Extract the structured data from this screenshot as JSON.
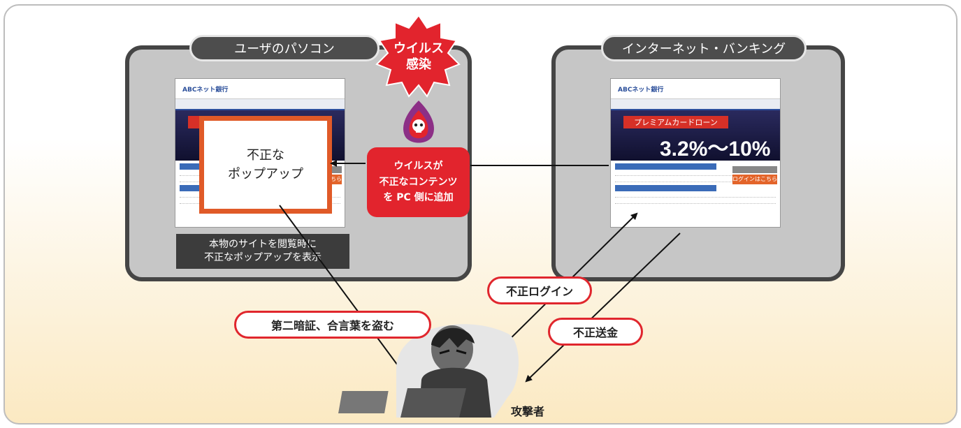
{
  "user_pc": {
    "title": "ユーザのパソコン"
  },
  "bank": {
    "title": "インターネット・バンキング"
  },
  "virus_badge": {
    "line1": "ウイルス",
    "line2": "感染"
  },
  "virus_box": {
    "line1": "ウイルスが",
    "line2": "不正なコンテンツ",
    "line3": "を PC 側に追加"
  },
  "popup": {
    "line1": "不正な",
    "line2": "ポップアップ"
  },
  "caption": {
    "line1": "本物のサイトを閲覧時に",
    "line2": "不正なポップアップを表示"
  },
  "steal_label": "第二暗証、合言葉を盗む",
  "login_label": "不正ログイン",
  "transfer_label": "不正送金",
  "attacker_label": "攻撃者",
  "site": {
    "logo": "ABCネット銀行",
    "ribbon": "プレミアムカードローン",
    "rate": "3.2%〜10%",
    "login_button": "ログインはこちら"
  },
  "colors": {
    "accent_red": "#e2242d",
    "popup_orange": "#e05a28",
    "panel_border": "#454545"
  }
}
